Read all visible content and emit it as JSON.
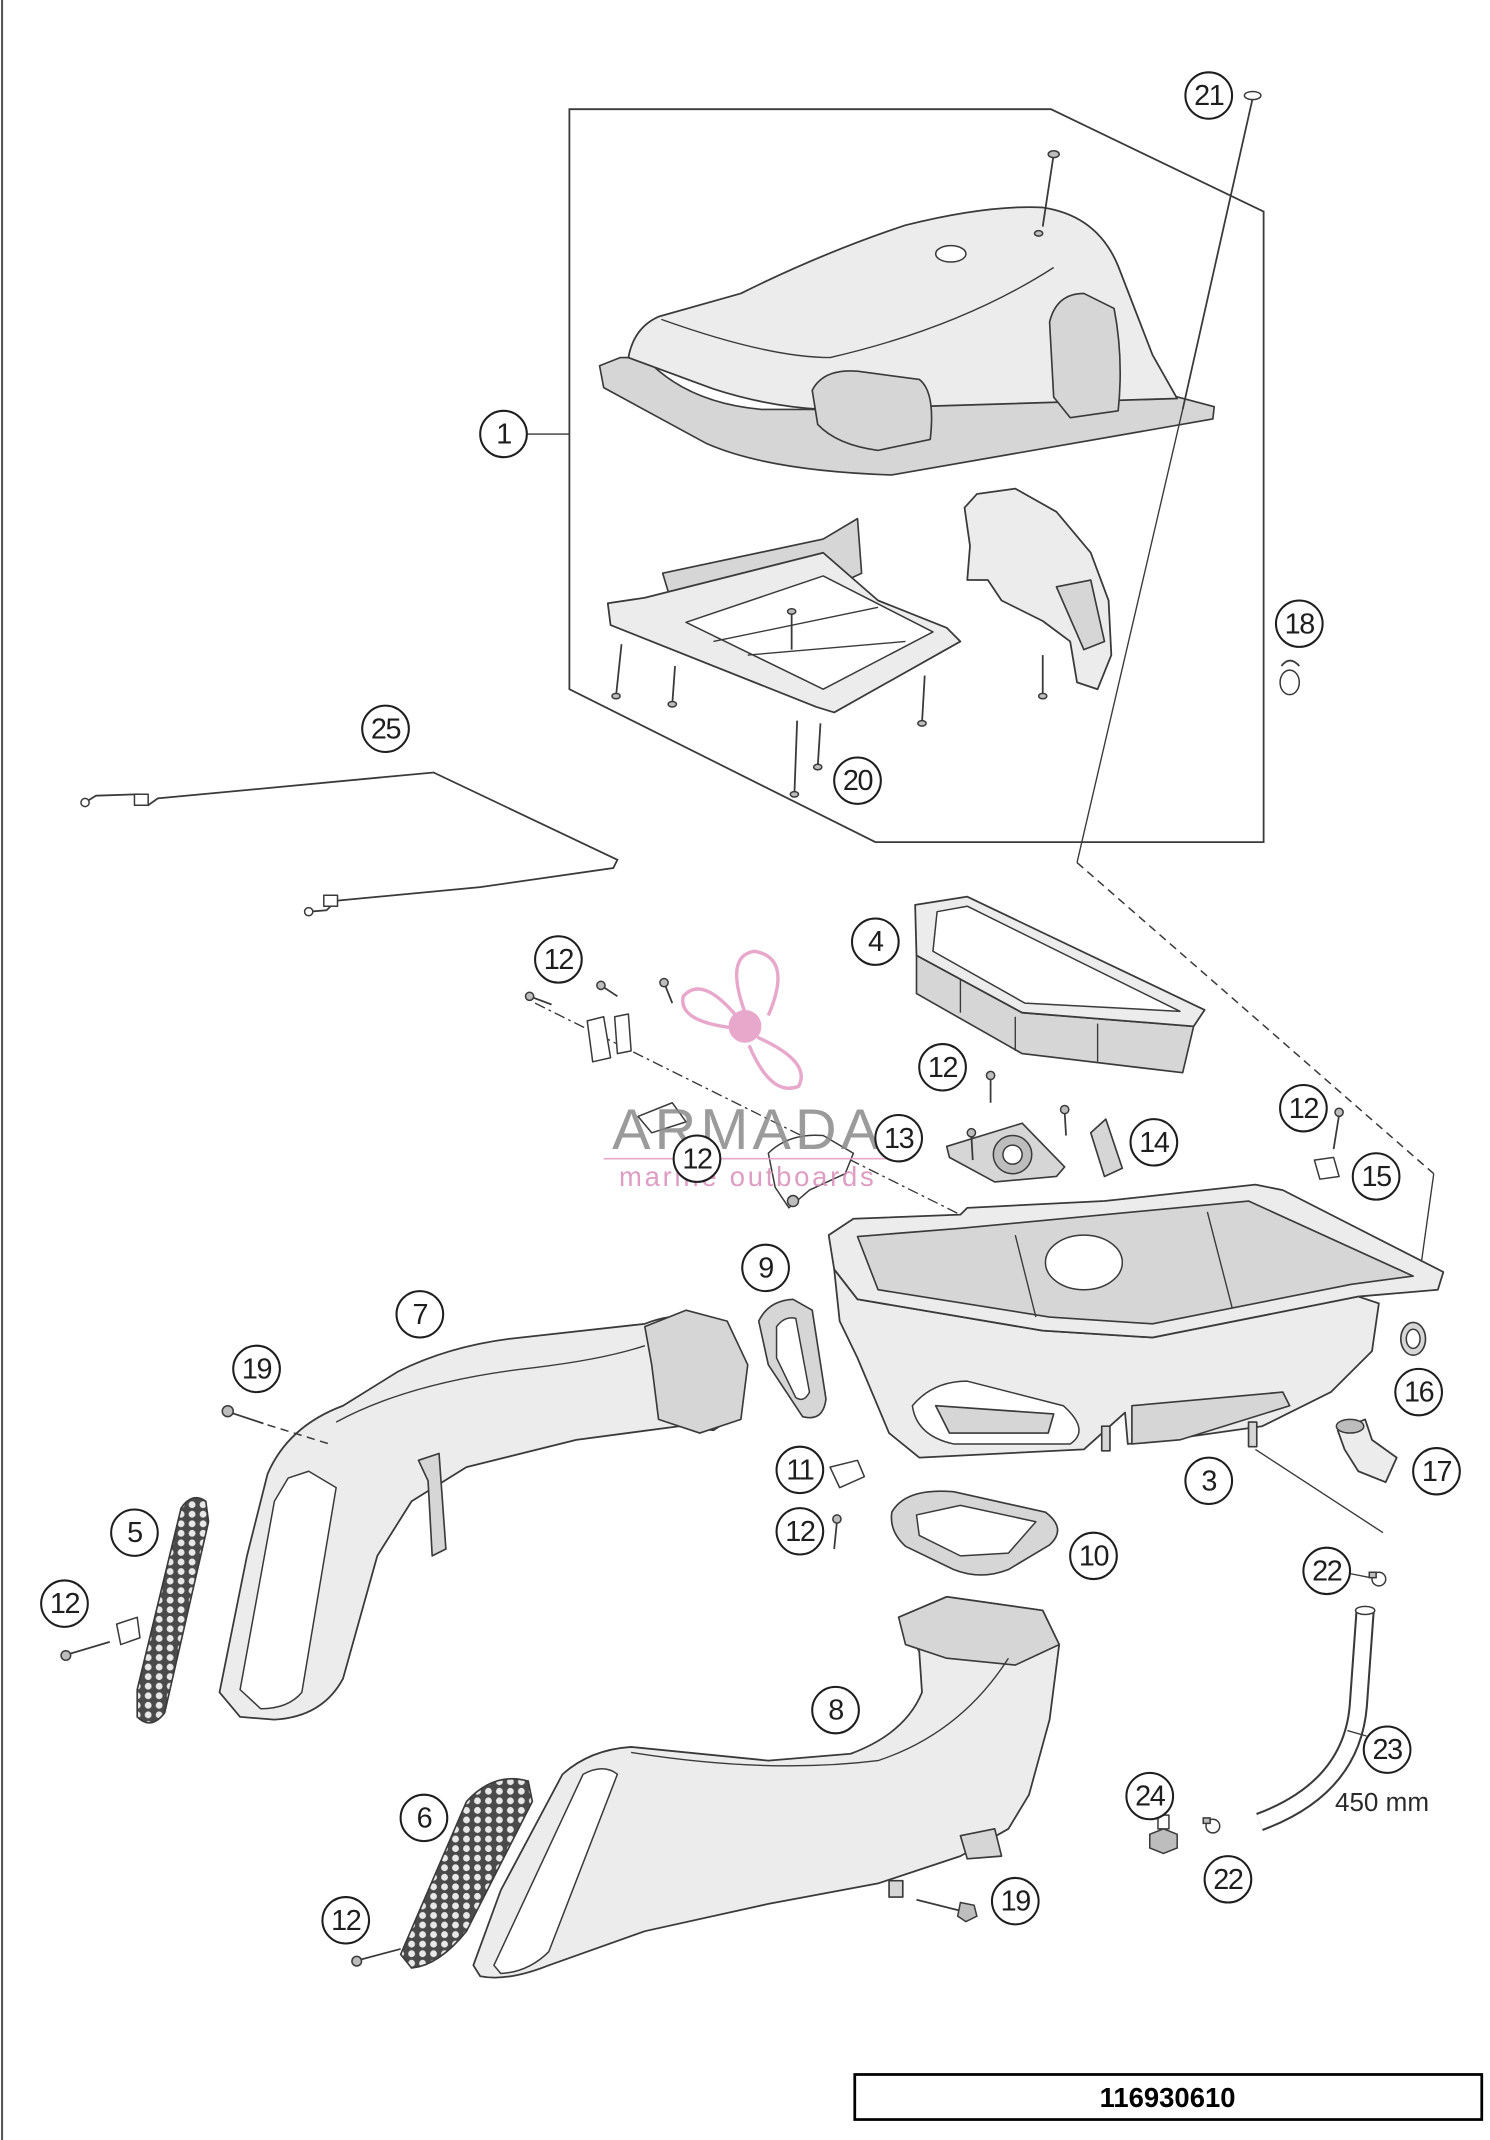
{
  "diagram": {
    "callouts": [
      "21",
      "1",
      "18",
      "25",
      "20",
      "12",
      "4",
      "12",
      "12",
      "13",
      "14",
      "12",
      "15",
      "9",
      "7",
      "19",
      "16",
      "17",
      "3",
      "11",
      "5",
      "12",
      "10",
      "22",
      "12",
      "8",
      "23",
      "24",
      "6",
      "22",
      "19",
      "12"
    ],
    "hose_length_label": "450 mm",
    "part_number": "116930610"
  },
  "watermark": {
    "brand": "ARMADA",
    "tagline": "marine outboards"
  },
  "colors": {
    "line": "#3a3a3a",
    "part_fill": "#ececec",
    "shadow_fill": "#d6d6d6",
    "watermark_pink": "#e39ac2",
    "watermark_grey": "#8a8a8a"
  }
}
